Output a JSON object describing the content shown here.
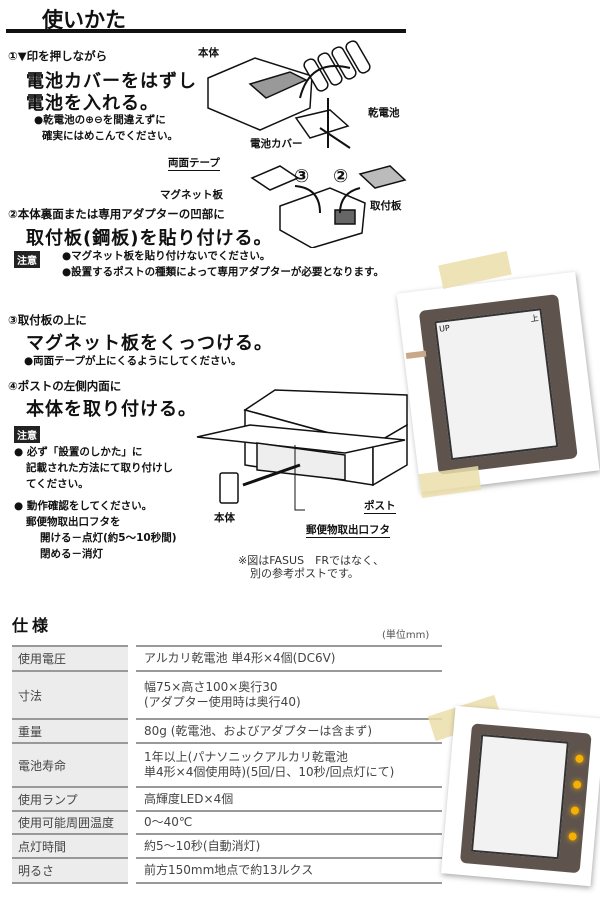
{
  "title": "使いかた",
  "step1": {
    "num": "①",
    "lead": "▼印を押しながら",
    "line1": "電池カバーをはずし",
    "line2": "電池を入れる。",
    "note1": "●乾電池の⊕⊖を間違えずに",
    "note2": "確実にはめこんでください。"
  },
  "diagram1": {
    "body": "本体",
    "batteries": "乾電池",
    "cover": "電池カバー",
    "tape": "両面テープ",
    "magnet": "マグネット板",
    "plate": "取付板",
    "n2": "②",
    "n3": "③"
  },
  "step2": {
    "num": "②",
    "lead": "本体裏面または専用アダプターの凹部に",
    "line1": "取付板(鋼板)を貼り付ける。",
    "caution": "注意",
    "note1": "●マグネット板を貼り付けないでください。",
    "note2": "●設置するポストの種類によって専用アダプターが必要となります。"
  },
  "step3": {
    "num": "③",
    "lead": "取付板の上に",
    "line1": "マグネット板をくっつける。",
    "note1": "●両面テープが上にくるようにしてください。"
  },
  "step4": {
    "num": "④",
    "lead": "ポストの左側内面に",
    "line1": "本体を取り付ける。",
    "caution": "注意",
    "note1": "● 必ず「設置のしかた」に",
    "note2": "記載された方法にて取り付けし",
    "note3": "てください。",
    "note4": "● 動作確認をしてください。",
    "note5": "郵便物取出口フタを",
    "note6": "開ける－点灯(約5〜10秒間)",
    "note7": "閉める－消灯"
  },
  "diagram2": {
    "body": "本体",
    "post": "ポスト",
    "lid": "郵便物取出口フタ",
    "footnote1": "※図はFASUS　FRではなく、",
    "footnote2": "別の参考ポストです。"
  },
  "photo": {
    "up": "UP",
    "top": "上"
  },
  "spec": {
    "title": "仕様",
    "unit": "(単位mm)",
    "rows": [
      {
        "k": "使用電圧",
        "v": [
          "アルカリ乾電池 単4形×4個(DC6V)"
        ]
      },
      {
        "k": "寸法",
        "v": [
          "幅75×高さ100×奥行30",
          "(アダプター使用時は奥行40)"
        ]
      },
      {
        "k": "重量",
        "v": [
          "80g (乾電池、およびアダプターは含まず)"
        ]
      },
      {
        "k": "電池寿命",
        "v": [
          "1年以上(パナソニックアルカリ乾電池",
          "単4形×4個使用時)(5回/日、10秒/回点灯にて)"
        ]
      },
      {
        "k": "使用ランプ",
        "v": [
          "高輝度LED×4個"
        ]
      },
      {
        "k": "使用可能周囲温度",
        "v": [
          "0〜40℃"
        ]
      },
      {
        "k": "点灯時間",
        "v": [
          "約5〜10秒(自動消灯)"
        ]
      },
      {
        "k": "明るさ",
        "v": [
          "前方150mm地点で約13ルクス"
        ]
      }
    ]
  }
}
